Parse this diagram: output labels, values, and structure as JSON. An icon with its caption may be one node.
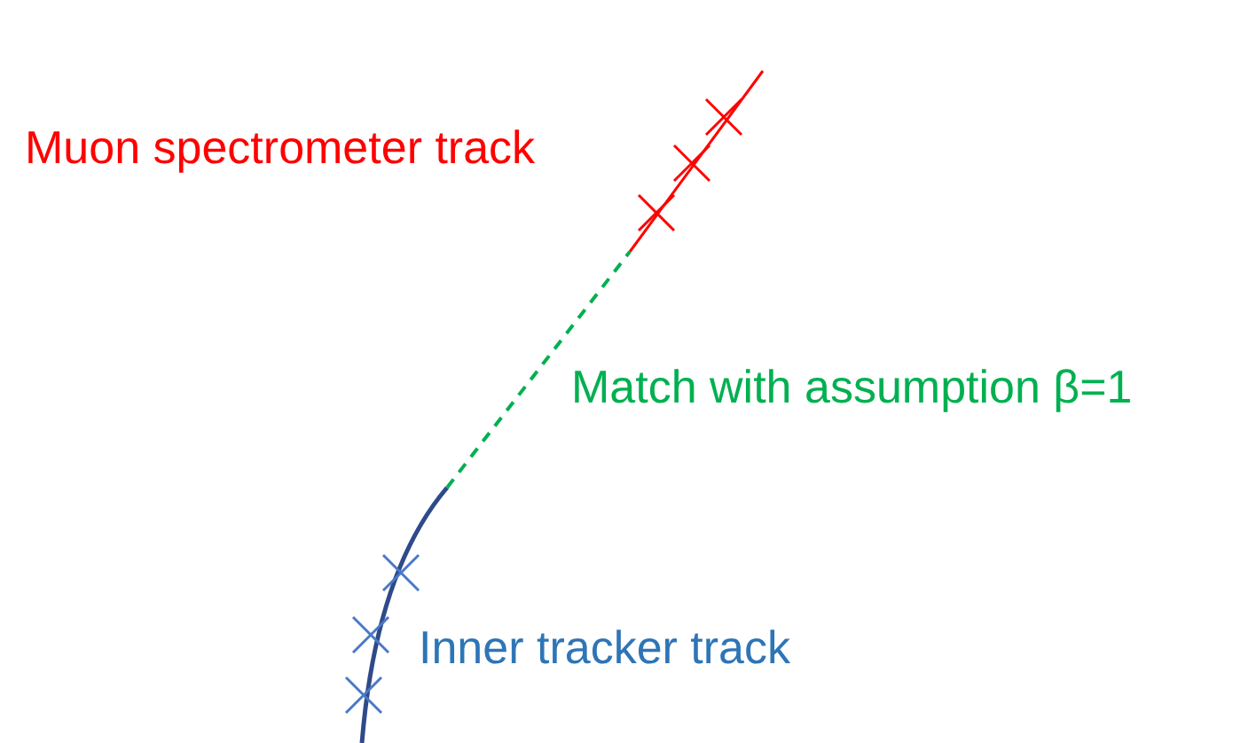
{
  "diagram": {
    "nodes": [
      {
        "text": [],
        "shape": "picture",
        "beside": [
          "Muon spectrometer track"
        ]
      },
      {
        "text": [],
        "shape": "picture",
        "beside": [
          "Inner tracker track"
        ]
      }
    ],
    "edges": [
      {
        "from": 1,
        "to": 0,
        "arrow": "none",
        "label": "Match with assumption β=1",
        "style": "dashed",
        "color": "#00b050"
      }
    ]
  }
}
